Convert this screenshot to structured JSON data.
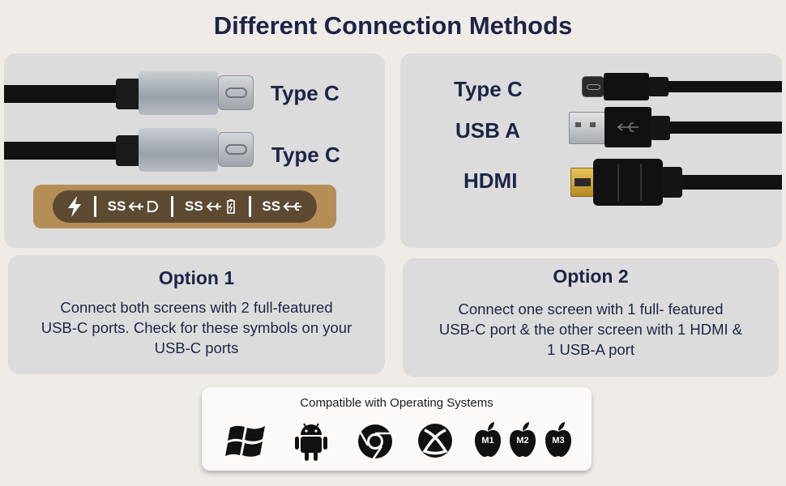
{
  "title": "Different Connection Methods",
  "left_panel": {
    "labels": [
      "Type C",
      "Type C"
    ],
    "symbols": [
      {
        "icon": "lightning-icon",
        "text": ""
      },
      {
        "icon": "usb-display-icon",
        "text": "SS"
      },
      {
        "icon": "usb-battery-icon",
        "text": "SS"
      },
      {
        "icon": "usb-icon",
        "text": "SS"
      }
    ]
  },
  "right_panel": {
    "labels": [
      "Type C",
      "USB A",
      "HDMI"
    ]
  },
  "option1": {
    "title": "Option 1",
    "lines": [
      "Connect both screens with 2 full-featured",
      "USB-C ports. Check for these symbols on your",
      "USB-C ports"
    ]
  },
  "option2": {
    "title": "Option 2",
    "lines": [
      "Connect one screen with 1 full- featured",
      "USB-C port & the other screen with 1 HDMI &",
      "1 USB-A port"
    ]
  },
  "compat": {
    "title": "Compatible with Operating Systems",
    "os": [
      {
        "icon": "windows-icon",
        "text": ""
      },
      {
        "icon": "android-icon",
        "text": ""
      },
      {
        "icon": "chrome-icon",
        "text": ""
      },
      {
        "icon": "xbox-icon",
        "text": ""
      },
      {
        "icon": "apple-m1-icon",
        "text": "M1"
      },
      {
        "icon": "apple-m2-icon",
        "text": "M2"
      },
      {
        "icon": "apple-m3-icon",
        "text": "M3"
      }
    ]
  },
  "colors": {
    "title": "#1d2447",
    "panel": "#dcdcdc",
    "gold": "#b58e56",
    "gold_dark": "#5d4a33",
    "background": "#efebe7"
  }
}
